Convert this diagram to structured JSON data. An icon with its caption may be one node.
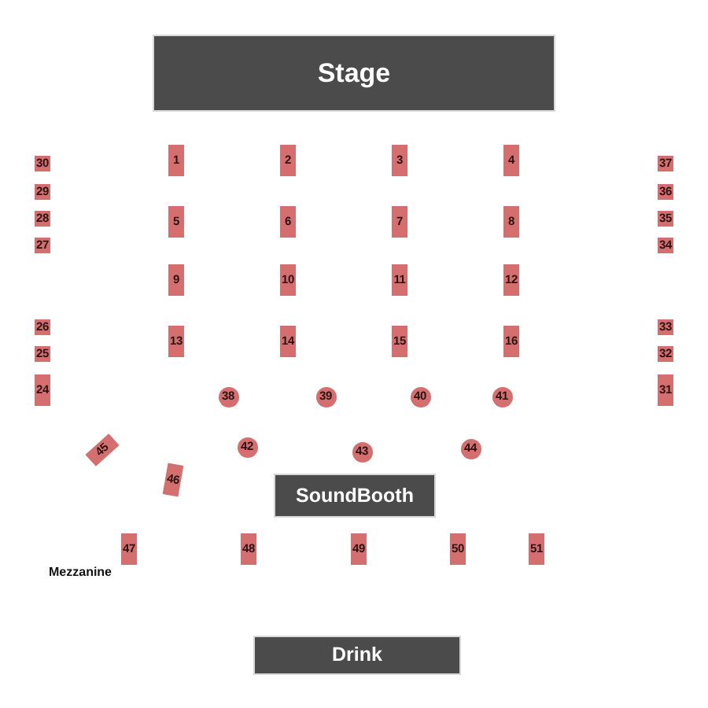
{
  "diagram": {
    "nodes": [
      {
        "text": [
          "Stage"
        ]
      },
      {
        "text": [
          "30"
        ]
      },
      {
        "text": [
          "1"
        ]
      },
      {
        "text": [
          "2"
        ]
      },
      {
        "text": [
          "3"
        ]
      },
      {
        "text": [
          "4"
        ]
      },
      {
        "text": [
          "37"
        ]
      },
      {
        "text": [
          "29"
        ]
      },
      {
        "text": [
          "36"
        ]
      },
      {
        "text": [
          "28"
        ]
      },
      {
        "text": [
          "5"
        ]
      },
      {
        "text": [
          "6"
        ]
      },
      {
        "text": [
          "7"
        ]
      },
      {
        "text": [
          "8"
        ]
      },
      {
        "text": [
          "35"
        ]
      },
      {
        "text": [
          "27"
        ]
      },
      {
        "text": [
          "34"
        ]
      },
      {
        "text": [
          "9"
        ]
      },
      {
        "text": [
          "10"
        ]
      },
      {
        "text": [
          "11"
        ]
      },
      {
        "text": [
          "12"
        ]
      },
      {
        "text": [
          "26"
        ]
      },
      {
        "text": [
          "33"
        ]
      },
      {
        "text": [
          "13"
        ]
      },
      {
        "text": [
          "14"
        ]
      },
      {
        "text": [
          "15"
        ]
      },
      {
        "text": [
          "16"
        ]
      },
      {
        "text": [
          "25"
        ]
      },
      {
        "text": [
          "32"
        ]
      },
      {
        "text": [
          "24"
        ]
      },
      {
        "text": [
          "31"
        ]
      },
      {
        "text": [
          "38"
        ]
      },
      {
        "text": [
          "39"
        ]
      },
      {
        "text": [
          "40"
        ]
      },
      {
        "text": [
          "41"
        ]
      },
      {
        "text": [
          "45"
        ]
      },
      {
        "text": [
          "42"
        ]
      },
      {
        "text": [
          "43"
        ]
      },
      {
        "text": [
          "44"
        ]
      },
      {
        "text": [
          "46"
        ]
      },
      {
        "text": [
          "SoundBooth"
        ]
      },
      {
        "text": [
          "47"
        ]
      },
      {
        "text": [
          "48"
        ]
      },
      {
        "text": [
          "49"
        ]
      },
      {
        "text": [
          "50"
        ]
      },
      {
        "text": [
          "51"
        ]
      },
      {
        "text": [
          "Drink"
        ]
      }
    ],
    "labels": [
      "Mezzanine"
    ]
  }
}
